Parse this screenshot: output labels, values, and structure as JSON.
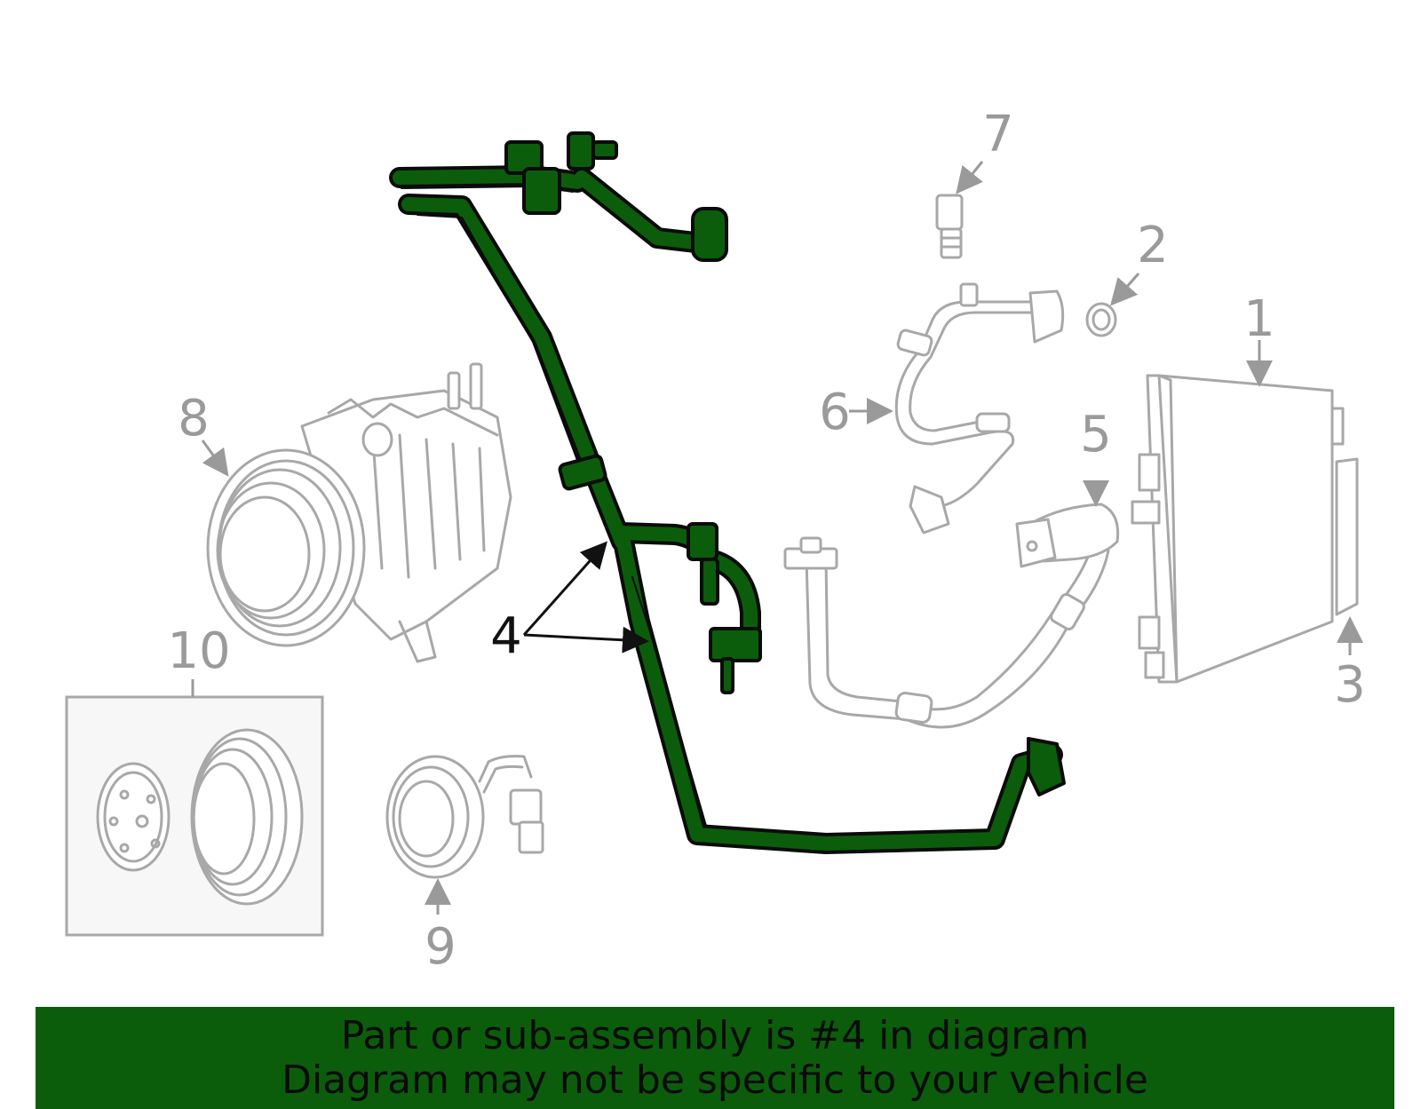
{
  "callouts": {
    "c1": "1",
    "c2": "2",
    "c3": "3",
    "c4": "4",
    "c5": "5",
    "c6": "6",
    "c7": "7",
    "c8": "8",
    "c9": "9",
    "c10": "10"
  },
  "banner": {
    "line1": "Part or sub-assembly is #4 in diagram",
    "line2": "Diagram may not be specific to your vehicle",
    "background": "#0b5d0b"
  },
  "colors": {
    "highlight": "#0b5d0b",
    "part_outline": "#a8a8a8"
  }
}
